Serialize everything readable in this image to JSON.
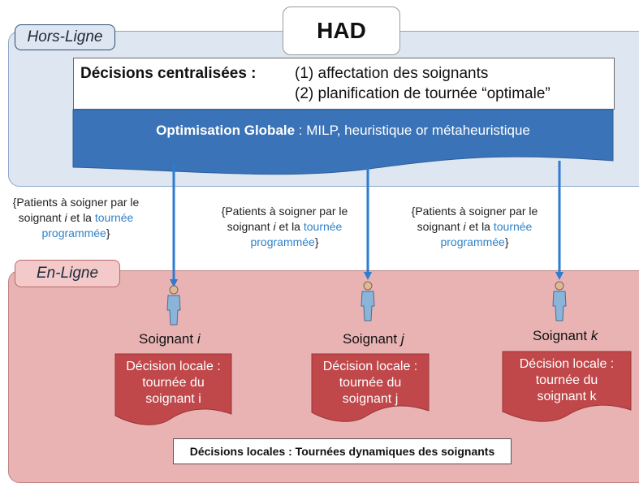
{
  "hors_ligne": {
    "label": "Hors-Ligne"
  },
  "had": {
    "label": "HAD"
  },
  "decisions": {
    "title": "Décisions centralisées :",
    "line1": "(1) affectation des soignants",
    "line2": "(2) planification de tournée “optimale”"
  },
  "optimisation": {
    "bold": "Optimisation Globale",
    "rest": " : MILP, heuristique or métaheuristique"
  },
  "patients_notes": [
    {
      "line1": "{Patients à soigner par le",
      "pre": "soignant ",
      "var": "i",
      "mid": " et la ",
      "blue1": "tournée",
      "blue2": "programmée",
      "end": "}"
    },
    {
      "line1": "{Patients à soigner par le",
      "pre": "soignant ",
      "var": "i",
      "mid": " et la ",
      "blue1": "tournée",
      "blue2": "programmée",
      "end": "}"
    },
    {
      "line1": "{Patients à soigner par le",
      "pre": "soignant ",
      "var": "i",
      "mid": " et la ",
      "blue1": "tournée",
      "blue2": "programmée",
      "end": "}"
    }
  ],
  "en_ligne": {
    "label": "En-Ligne"
  },
  "soignants": [
    {
      "label": "Soignant ",
      "var": "i",
      "doc": [
        "Décision locale :",
        "tournée du",
        "soignant i"
      ]
    },
    {
      "label": "Soignant ",
      "var": "j",
      "doc": [
        "Décision locale :",
        "tournée du",
        "soignant j"
      ]
    },
    {
      "label": "Soignant ",
      "var": "k",
      "doc": [
        "Décision locale :",
        "tournée du",
        "soignant k"
      ]
    }
  ],
  "bottom": {
    "label": "Décisions locales : Tournées dynamiques des soignants"
  },
  "colors": {
    "offline_bg": "#dde6f1",
    "online_bg": "#e9b3b3",
    "optim_blue": "#3a73b8",
    "doc_red": "#c0474a",
    "arrow_blue": "#2e7bd0"
  }
}
